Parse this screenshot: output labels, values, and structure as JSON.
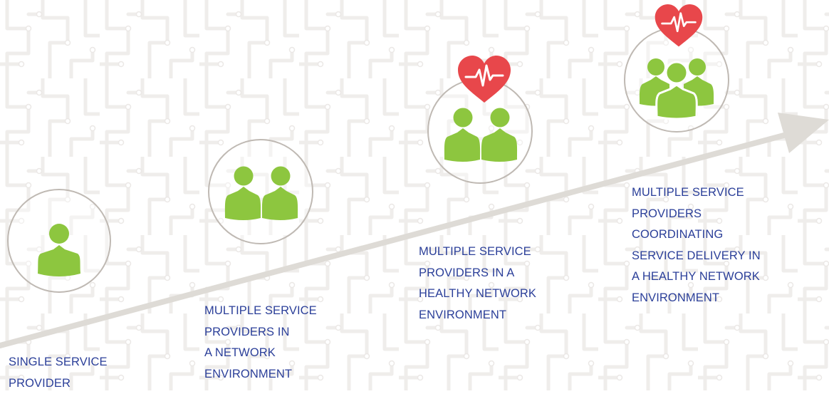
{
  "colors": {
    "person": "#8dc63f",
    "heart": "#e8474b",
    "circle_stroke": "#bfb9b3",
    "arrow": "#dedbd6",
    "caption_text": "#2b3f99"
  },
  "stages": [
    {
      "icon": "single-person-icon",
      "health_icon": null,
      "caption_lines": [
        "SINGLE SERVICE",
        "PROVIDER"
      ]
    },
    {
      "icon": "two-people-icon",
      "health_icon": null,
      "caption_lines": [
        "MULTIPLE SERVICE",
        "PROVIDERS IN",
        "A NETWORK",
        "ENVIRONMENT"
      ]
    },
    {
      "icon": "two-people-icon",
      "health_icon": "heart-pulse-icon",
      "caption_lines": [
        "MULTIPLE SERVICE",
        "PROVIDERS IN A",
        "HEALTHY NETWORK",
        "ENVIRONMENT"
      ]
    },
    {
      "icon": "three-people-group-icon",
      "health_icon": "heart-pulse-icon",
      "caption_lines": [
        "MULTIPLE SERVICE",
        "PROVIDERS",
        "COORDINATING",
        "SERVICE DELIVERY IN",
        "A HEALTHY NETWORK",
        "ENVIRONMENT"
      ]
    }
  ]
}
